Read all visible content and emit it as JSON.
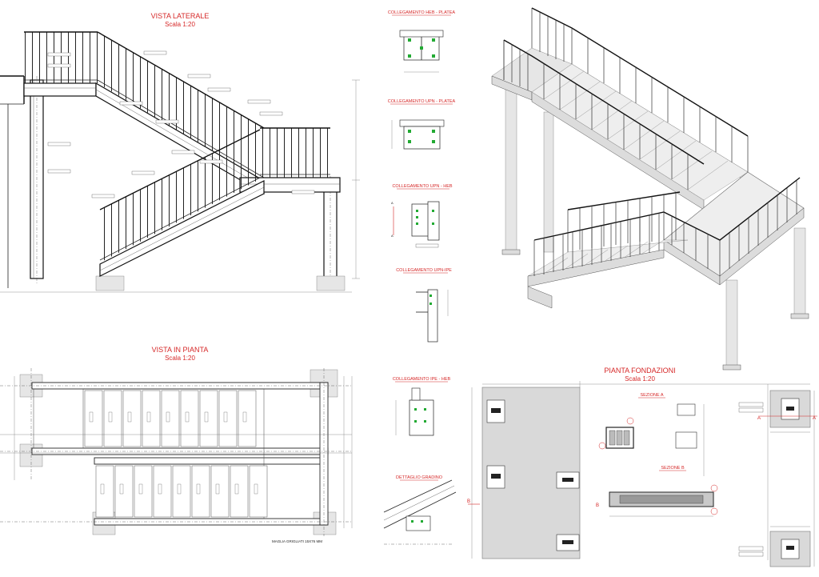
{
  "views": {
    "side": {
      "title": "VISTA LATERALE",
      "scale": "Scala   1:20"
    },
    "plan": {
      "title": "VISTA IN PIANTA",
      "scale": "Scala   1:20",
      "note": "MAGLIA GRIGLIATI 15X76 MM"
    },
    "foundation": {
      "title": "PIANTA FONDAZIONI",
      "scale": "Scala   1:20"
    }
  },
  "details": {
    "d1": "COLLEGAMENTO HEB - PLATEA",
    "d2": "COLLEGAMENTO UPN - PLATEA",
    "d3": "COLLEGAMENTO UPN - HEB",
    "d4": "COLLEGAMENTO UPN-IPE",
    "d5": "COLLEGAMENTO IPE - HEB",
    "d6": "DETTAGLIO GRADINO"
  },
  "sections": {
    "a": "SEZIONE  A",
    "b": "SEZIONE  B"
  },
  "markers": {
    "a": "A",
    "b": "B"
  }
}
